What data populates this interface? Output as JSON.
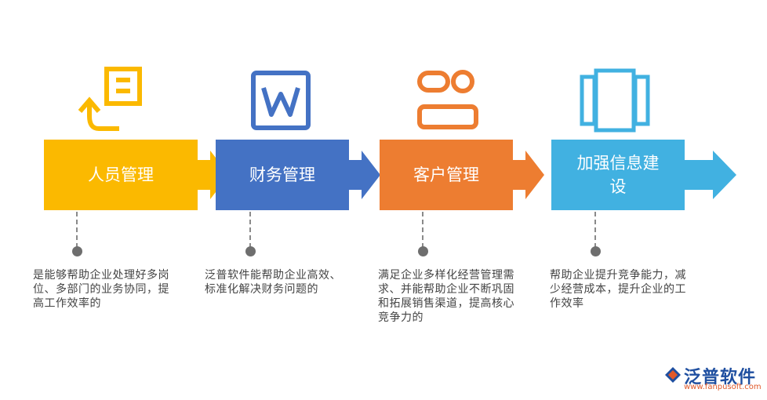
{
  "steps": [
    {
      "title": "人员管理",
      "color": "#fbb900",
      "icon": "document-return-icon",
      "desc": [
        "是能够帮助企业处理好多岗",
        "位、多部门的业务协同，提",
        "高工作效率的"
      ]
    },
    {
      "title": "财务管理",
      "color": "#4472c4",
      "icon": "word-document-icon",
      "desc": [
        "泛普软件能帮助企业高效、",
        "标准化解决财务问题的"
      ]
    },
    {
      "title": "客户管理",
      "color": "#ed7d31",
      "icon": "contact-card-icon",
      "desc": [
        "满足企业多样化经营管理需",
        "求、并能帮助企业不断巩固",
        "和拓展销售渠道，提高核心",
        "竞争力的"
      ]
    },
    {
      "title": "加强信息建设",
      "title_lines": [
        "加强信息建",
        "设"
      ],
      "color": "#41b1e1",
      "icon": "panels-icon",
      "desc": [
        "帮助企业提升竞争能力，减",
        "少经营成本，提升企业的工",
        "作效率"
      ]
    }
  ],
  "logo": {
    "name": "泛普软件",
    "url": "www.fanpusoft.com"
  }
}
